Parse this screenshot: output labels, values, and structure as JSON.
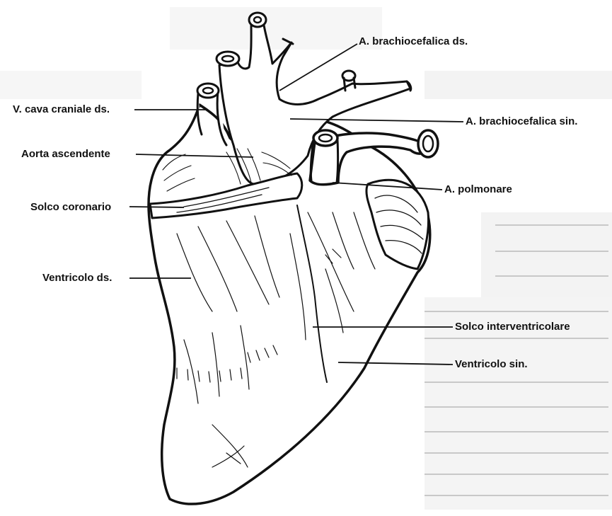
{
  "labels": {
    "brachio_ds": "A. brachiocefalica ds.",
    "vena_cava": "V. cava craniale ds.",
    "brachio_sin": "A. brachiocefalica sin.",
    "aorta": "Aorta ascendente",
    "polmonare": "A. polmonare",
    "coronario": "Solco coronario",
    "ventricolo_ds": "Ventricolo ds.",
    "interventricolare": "Solco interventricolare",
    "ventricolo_sin": "Ventricolo sin."
  },
  "colors": {
    "ink": "#111111",
    "paper": "#ffffff",
    "bleed_through": "#d9d9d9"
  }
}
